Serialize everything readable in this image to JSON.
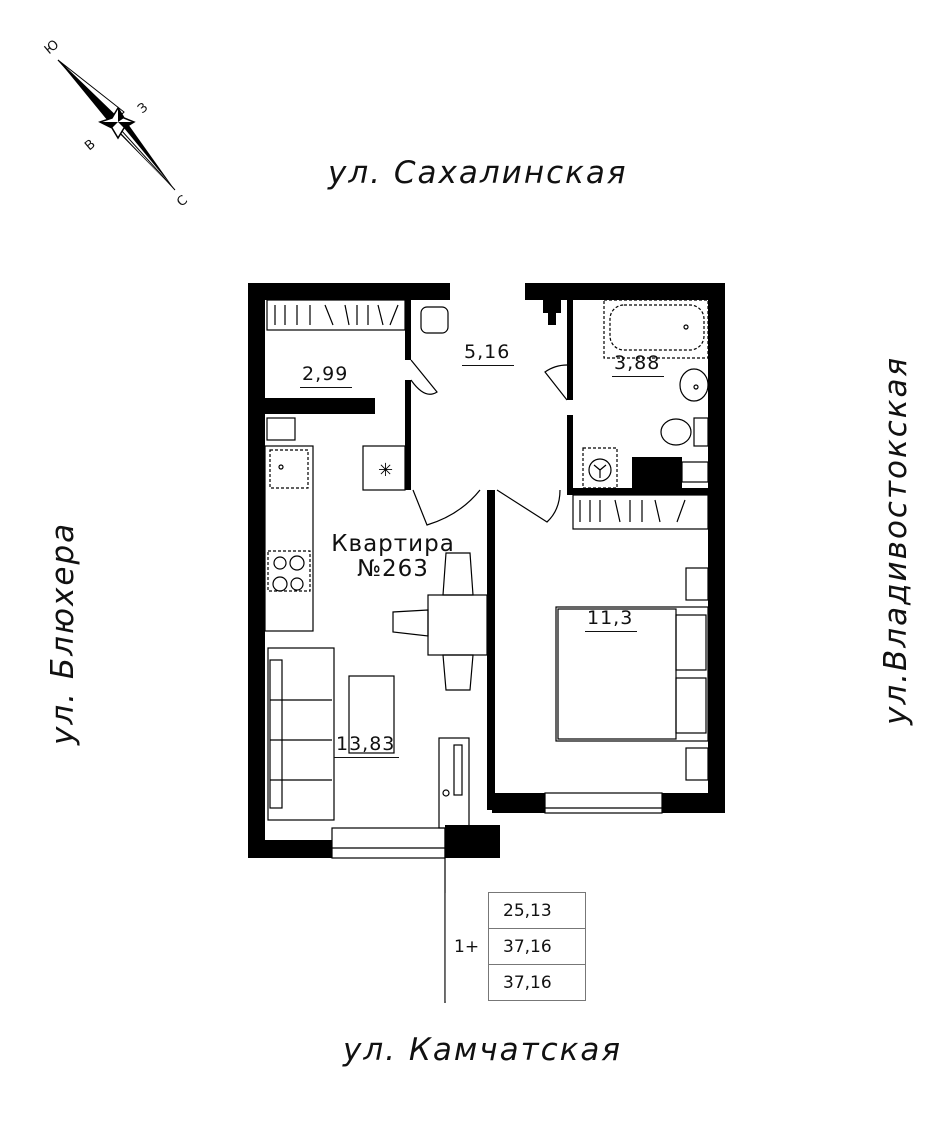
{
  "streets": {
    "north": "ул. Сахалинская",
    "west": "ул. Блюхера",
    "east": "ул.Владивостокская",
    "south": "ул. Камчатская"
  },
  "compass": {
    "s": "С",
    "n": "Ю",
    "w": "З",
    "e": "В"
  },
  "apartment": {
    "title": "Квартира",
    "number": "№263"
  },
  "rooms": [
    {
      "name": "storage",
      "area": "2,99"
    },
    {
      "name": "hall",
      "area": "5,16"
    },
    {
      "name": "bathroom",
      "area": "3,88"
    },
    {
      "name": "kitchen-living",
      "area": "13,83"
    },
    {
      "name": "bedroom",
      "area": "11,3"
    }
  ],
  "summary": {
    "type": "1+",
    "values": [
      "25,13",
      "37,16",
      "37,16"
    ]
  }
}
